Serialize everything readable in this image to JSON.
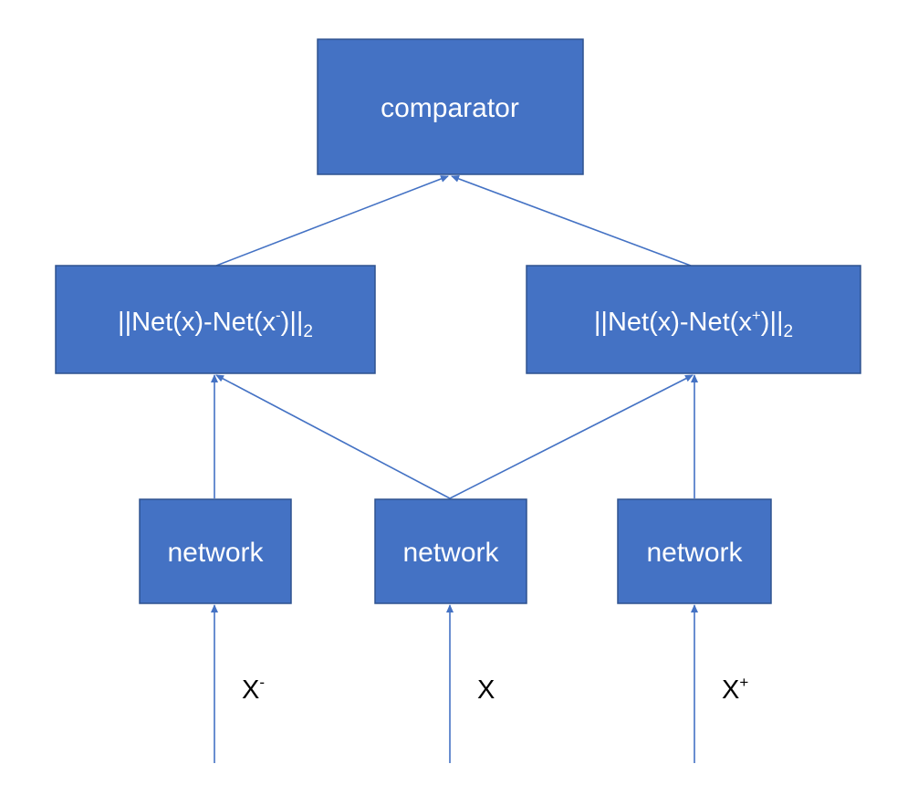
{
  "colors": {
    "box_fill": "#4472C4",
    "box_border": "#2F528F",
    "box_text": "#FFFFFF",
    "arrow": "#4472C4",
    "input_text": "#000000"
  },
  "nodes": {
    "comparator": "comparator",
    "dist_neg": {
      "left": "||Net(x)-Net(x",
      "sup": "-",
      "right": ")||",
      "sub": "2"
    },
    "dist_pos": {
      "left": "||Net(x)-Net(x",
      "sup": "+",
      "right": ")||",
      "sub": "2"
    },
    "network_neg": "network",
    "network_anchor": "network",
    "network_pos": "network"
  },
  "inputs": {
    "neg": {
      "base": "X",
      "sup": "-"
    },
    "anchor": {
      "base": "X"
    },
    "pos": {
      "base": "X",
      "sup": "+"
    }
  },
  "edges": [
    {
      "from": "input-neg",
      "to": "network_neg"
    },
    {
      "from": "input-anchor",
      "to": "network_anchor"
    },
    {
      "from": "input-pos",
      "to": "network_pos"
    },
    {
      "from": "network_neg",
      "to": "dist_neg"
    },
    {
      "from": "network_anchor",
      "to": "dist_neg"
    },
    {
      "from": "network_anchor",
      "to": "dist_pos"
    },
    {
      "from": "network_pos",
      "to": "dist_pos"
    },
    {
      "from": "dist_neg",
      "to": "comparator"
    },
    {
      "from": "dist_pos",
      "to": "comparator"
    }
  ]
}
